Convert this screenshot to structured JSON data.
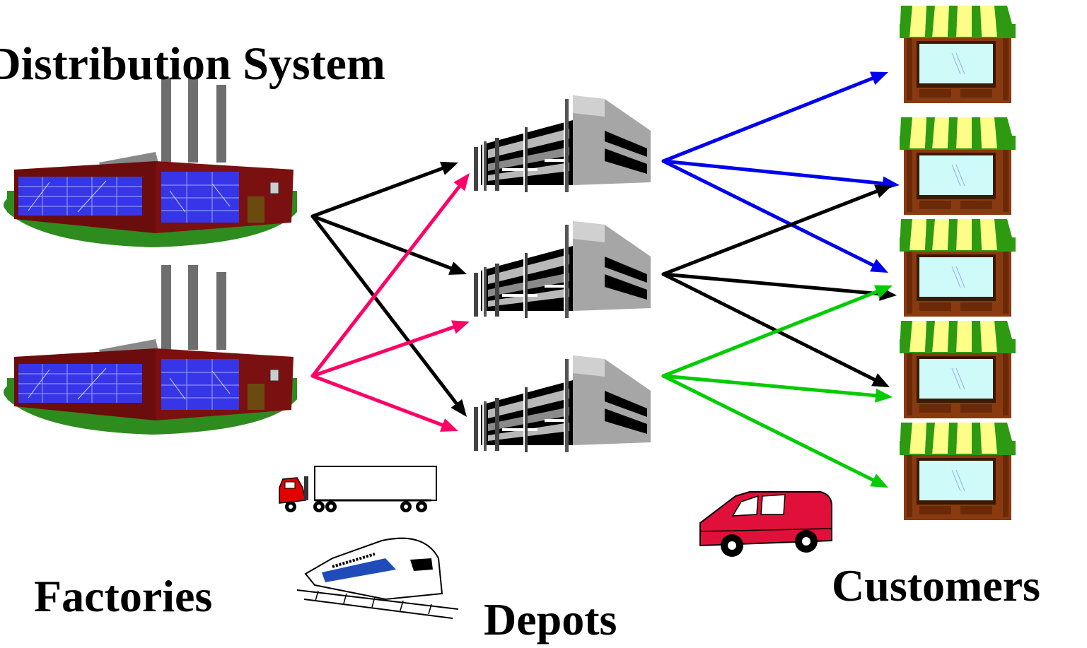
{
  "title": "Distribution System",
  "labels": {
    "factories": "Factories",
    "depots": "Depots",
    "customers": "Customers"
  },
  "nodes": {
    "factories": [
      "factory-1",
      "factory-2"
    ],
    "depots": [
      "depot-1",
      "depot-2",
      "depot-3"
    ],
    "customers": [
      "customer-1",
      "customer-2",
      "customer-3",
      "customer-4",
      "customer-5"
    ]
  },
  "flows": [
    {
      "from": "factory-1",
      "to": "depot-1",
      "color": "#000000"
    },
    {
      "from": "factory-1",
      "to": "depot-2",
      "color": "#000000"
    },
    {
      "from": "factory-1",
      "to": "depot-3",
      "color": "#000000"
    },
    {
      "from": "factory-2",
      "to": "depot-1",
      "color": "#ff0066"
    },
    {
      "from": "factory-2",
      "to": "depot-2",
      "color": "#ff0066"
    },
    {
      "from": "factory-2",
      "to": "depot-3",
      "color": "#ff0066"
    },
    {
      "from": "depot-1",
      "to": "customer-1",
      "color": "#0000ee"
    },
    {
      "from": "depot-1",
      "to": "customer-2",
      "color": "#0000ee"
    },
    {
      "from": "depot-1",
      "to": "customer-3",
      "color": "#0000ee"
    },
    {
      "from": "depot-2",
      "to": "customer-2",
      "color": "#000000"
    },
    {
      "from": "depot-2",
      "to": "customer-3",
      "color": "#000000"
    },
    {
      "from": "depot-2",
      "to": "customer-4",
      "color": "#000000"
    },
    {
      "from": "depot-3",
      "to": "customer-3",
      "color": "#00cc00"
    },
    {
      "from": "depot-3",
      "to": "customer-4",
      "color": "#00cc00"
    },
    {
      "from": "depot-3",
      "to": "customer-5",
      "color": "#00cc00"
    }
  ],
  "icons": {
    "factory": "factory-icon",
    "depot": "warehouse-icon",
    "customer": "shop-icon",
    "truck": "truck-icon",
    "train": "train-icon",
    "van": "van-icon"
  }
}
